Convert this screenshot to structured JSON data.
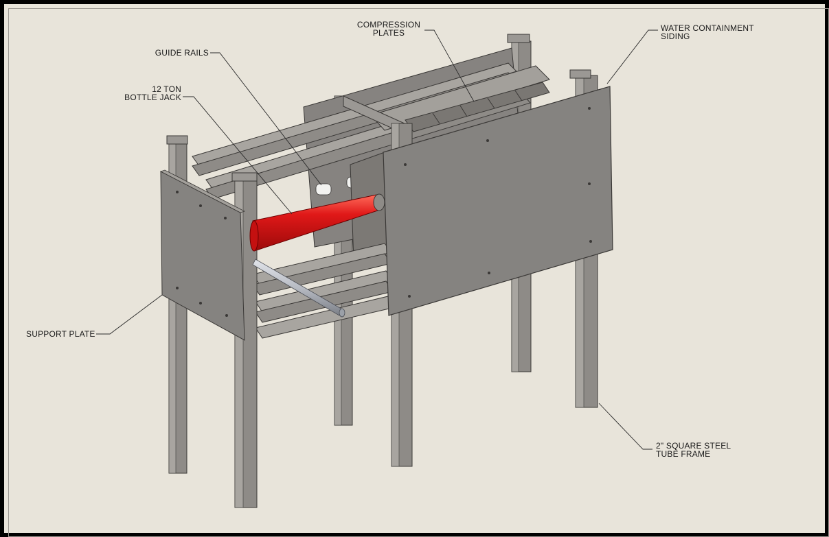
{
  "labels": {
    "compression_plates": [
      "COMPRESSION",
      "PLATES"
    ],
    "water_containment_siding": [
      "WATER CONTAINMENT",
      "SIDING"
    ],
    "guide_rails": [
      "GUIDE RAILS"
    ],
    "bottle_jack": [
      "12 TON",
      "BOTTLE JACK"
    ],
    "support_plate": [
      "SUPPORT PLATE"
    ],
    "tube_frame": [
      "2\" SQUARE STEEL",
      "TUBE FRAME"
    ]
  },
  "colors": {
    "background": "#e8e4da",
    "steel": "#8e8b87",
    "steel_light": "#a8a5a0",
    "steel_dark": "#6f6c68",
    "plate": "#858380",
    "jack_red": "#e01818",
    "handle": "#b8bcc4",
    "leader": "#2a2a2a"
  }
}
